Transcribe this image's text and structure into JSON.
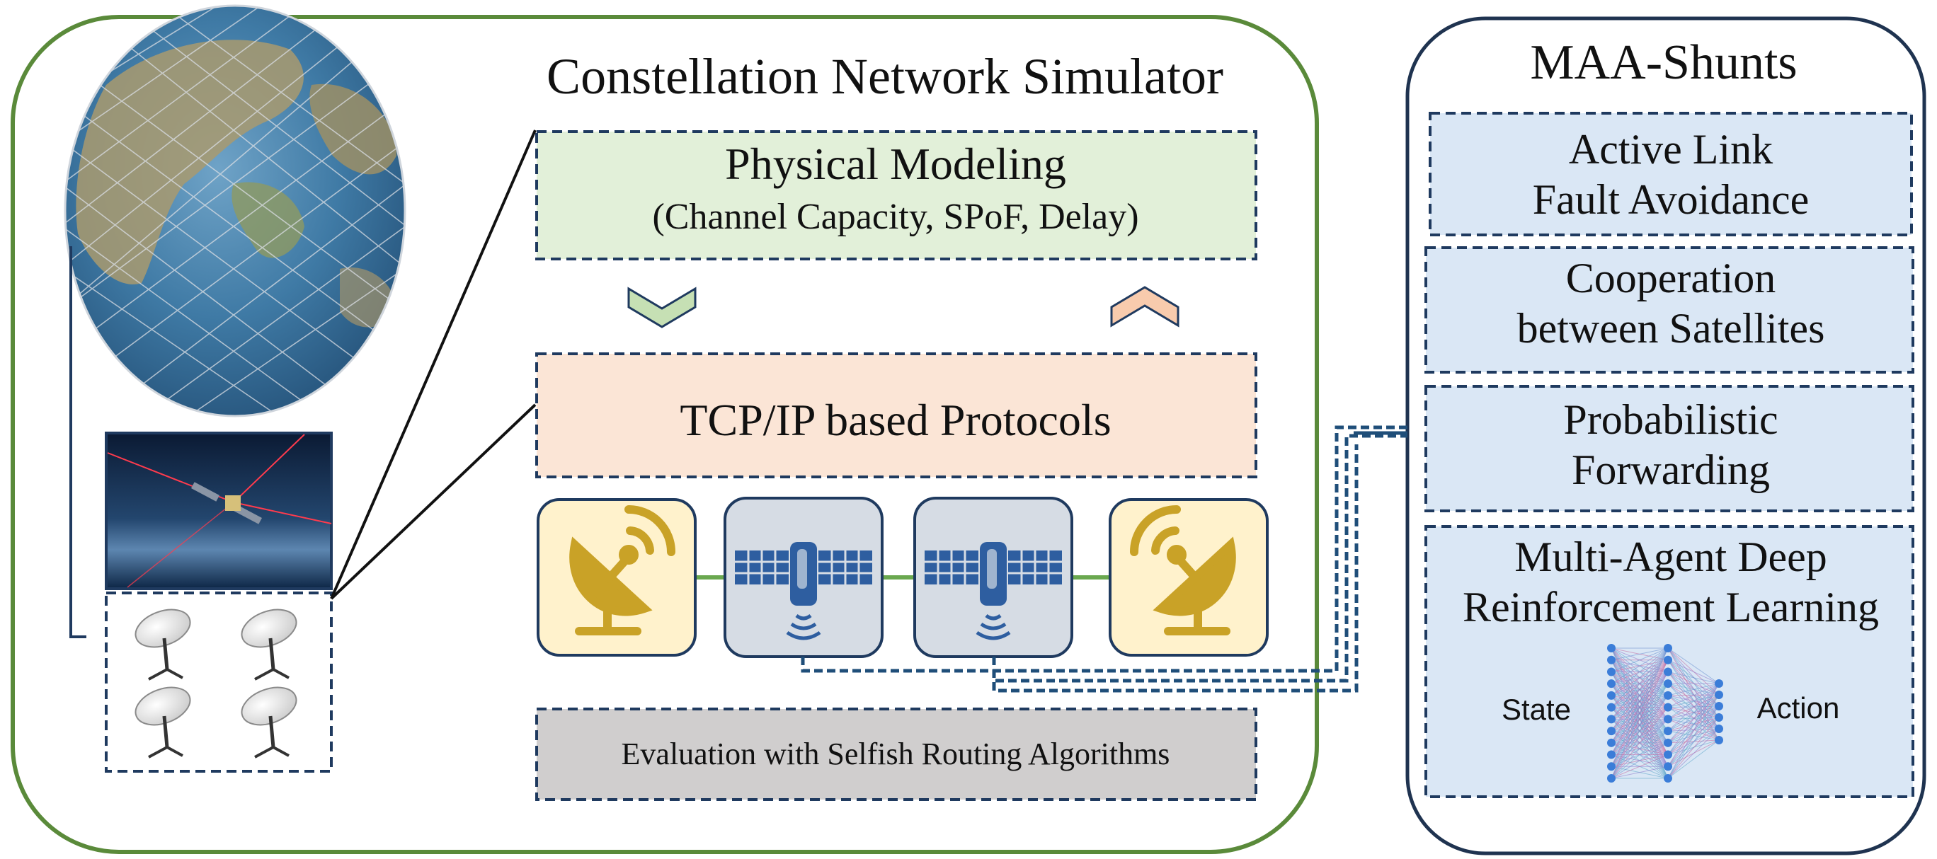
{
  "simulator": {
    "title": "Constellation Network Simulator",
    "physical": {
      "title": "Physical Modeling",
      "subtitle": "(Channel Capacity, SPoF, Delay)"
    },
    "protocols": {
      "title": "TCP/IP based Protocols"
    },
    "evaluation": {
      "title": "Evaluation with Selfish Routing Algorithms"
    },
    "nodes": [
      "satellite-dish-icon",
      "satellite-icon",
      "satellite-icon",
      "satellite-dish-icon"
    ]
  },
  "maa": {
    "title": "MAA-Shunts",
    "boxes": [
      {
        "line1": "Active Link",
        "line2": "Fault Avoidance"
      },
      {
        "line1": "Cooperation",
        "line2": "between Satellites"
      },
      {
        "line1": "Probabilistic",
        "line2": "Forwarding"
      },
      {
        "line1": "Multi-Agent Deep",
        "line2": "Reinforcement Learning"
      }
    ],
    "nn": {
      "input_label": "State",
      "output_label": "Action"
    }
  },
  "colors": {
    "sim_border": "#5a8a3a",
    "maa_border": "#1f3350",
    "dashed": "#1f3a5f",
    "physical_fill": "#e2f0d9",
    "protocol_fill": "#fbe5d6",
    "evaluation_fill": "#d0cece",
    "maa_fill": "#dae7f5",
    "ground_tile": "#fff2cc",
    "sat_tile": "#d6dce4",
    "gold": "#c9a227",
    "sat_blue": "#2e5ea0",
    "link_green": "#6aa84f",
    "shunt_line": "#1f4e79"
  }
}
